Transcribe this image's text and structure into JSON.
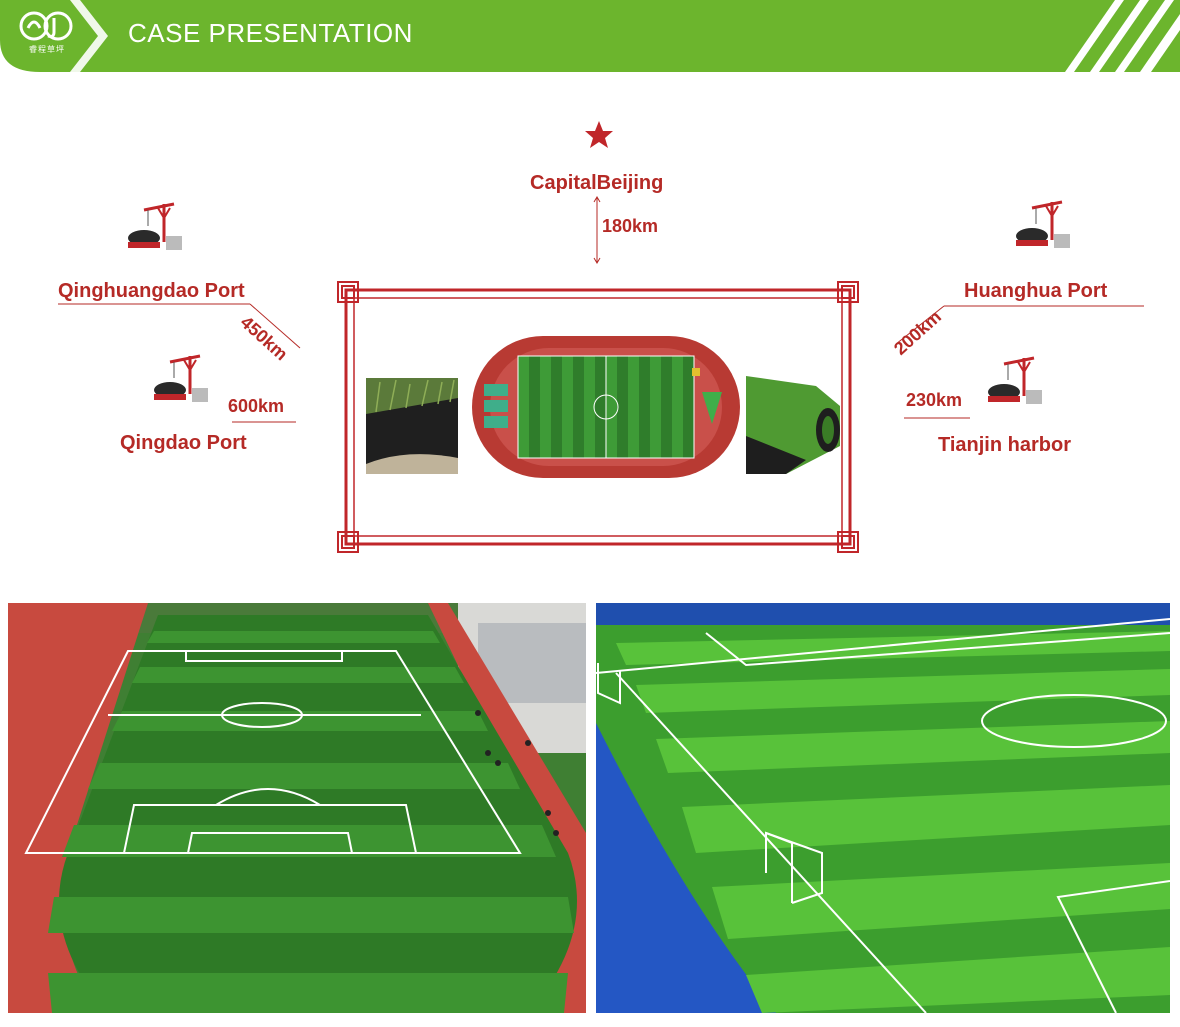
{
  "header": {
    "title": "CASE PRESENTATION",
    "logo_text": "睿程草坪"
  },
  "map": {
    "capital_label": "CapitalBeijing",
    "capital_distance": "180km",
    "ports": [
      {
        "name": "Qinghuangdao Port",
        "distance": "450km"
      },
      {
        "name": "Qingdao Port",
        "distance": "600km"
      },
      {
        "name": "Huanghua Port",
        "distance": "200km"
      },
      {
        "name": "Tianjin harbor",
        "distance": "230km"
      }
    ]
  },
  "colors": {
    "brand_green": "#6cb52d",
    "accent_red": "#b52a26",
    "track_red": "#c9504a",
    "track_blue": "#2b5fc9"
  }
}
